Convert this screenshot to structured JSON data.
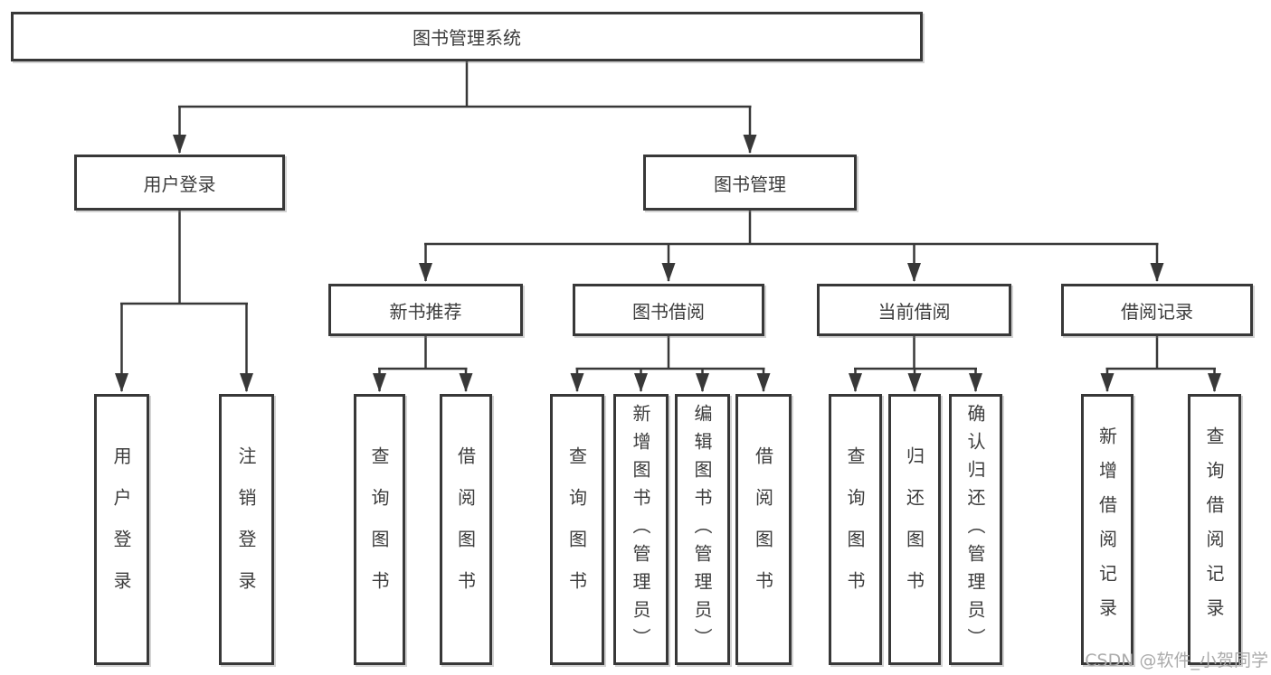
{
  "diagram": {
    "root": {
      "label": "图书管理系统"
    },
    "branches": [
      {
        "label": "用户登录",
        "children": [
          {
            "label": "用户登录"
          },
          {
            "label": "注销登录"
          }
        ]
      },
      {
        "label": "图书管理",
        "children": [
          {
            "label": "新书推荐",
            "children": [
              {
                "label": "查询图书"
              },
              {
                "label": "借阅图书"
              }
            ]
          },
          {
            "label": "图书借阅",
            "children": [
              {
                "label": "查询图书"
              },
              {
                "label": "新增图书（管理员）"
              },
              {
                "label": "编辑图书（管理员）"
              },
              {
                "label": "借阅图书"
              }
            ]
          },
          {
            "label": "当前借阅",
            "children": [
              {
                "label": "查询图书"
              },
              {
                "label": "归还图书"
              },
              {
                "label": "确认归还（管理员）"
              }
            ]
          },
          {
            "label": "借阅记录",
            "children": [
              {
                "label": "新增借阅记录"
              },
              {
                "label": "查询借阅记录"
              }
            ]
          }
        ]
      }
    ],
    "watermark": "CSDN @软件_小贺同学",
    "colors": {
      "line": "#383838",
      "box_border": "#383838",
      "text": "#3c3c3c",
      "watermark": "#ababab"
    }
  }
}
